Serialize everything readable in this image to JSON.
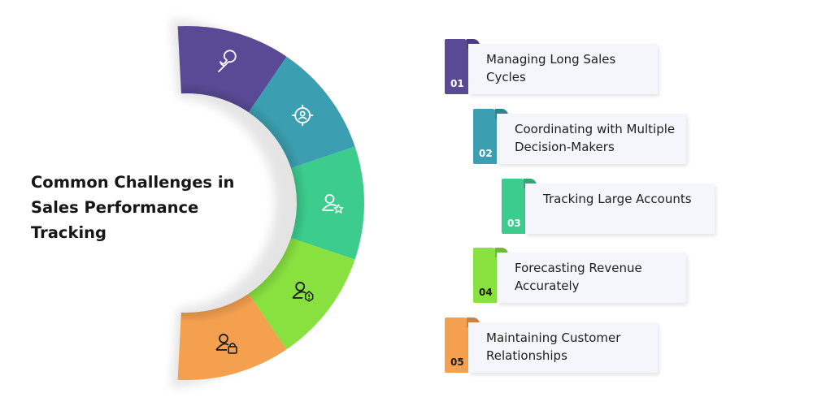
{
  "title": "Common Challenges in Sales Performance Tracking",
  "segments": [
    {
      "icon": "wrench-icon",
      "color": "#5a4a96"
    },
    {
      "icon": "target-user-icon",
      "color": "#3c9fb1"
    },
    {
      "icon": "user-star-icon",
      "color": "#3ccc8e"
    },
    {
      "icon": "user-alert-icon",
      "color": "#88e13f"
    },
    {
      "icon": "user-lock-icon",
      "color": "#f5a04f"
    }
  ],
  "items": [
    {
      "number": "01",
      "label": "Managing Long Sales Cycles",
      "color": "#5a4a96",
      "number_color": "#ffffff"
    },
    {
      "number": "02",
      "label": "Coordinating with Multiple Decision-Makers",
      "color": "#3c9fb1",
      "number_color": "#ffffff"
    },
    {
      "number": "03",
      "label": "Tracking Large Accounts",
      "color": "#3ccc8e",
      "number_color": "#ffffff"
    },
    {
      "number": "04",
      "label": "Forecasting Revenue Accurately",
      "color": "#88e13f",
      "number_color": "#1c1c1c"
    },
    {
      "number": "05",
      "label": "Maintaining Customer Relationships",
      "color": "#f5a04f",
      "number_color": "#1c1c1c"
    }
  ]
}
